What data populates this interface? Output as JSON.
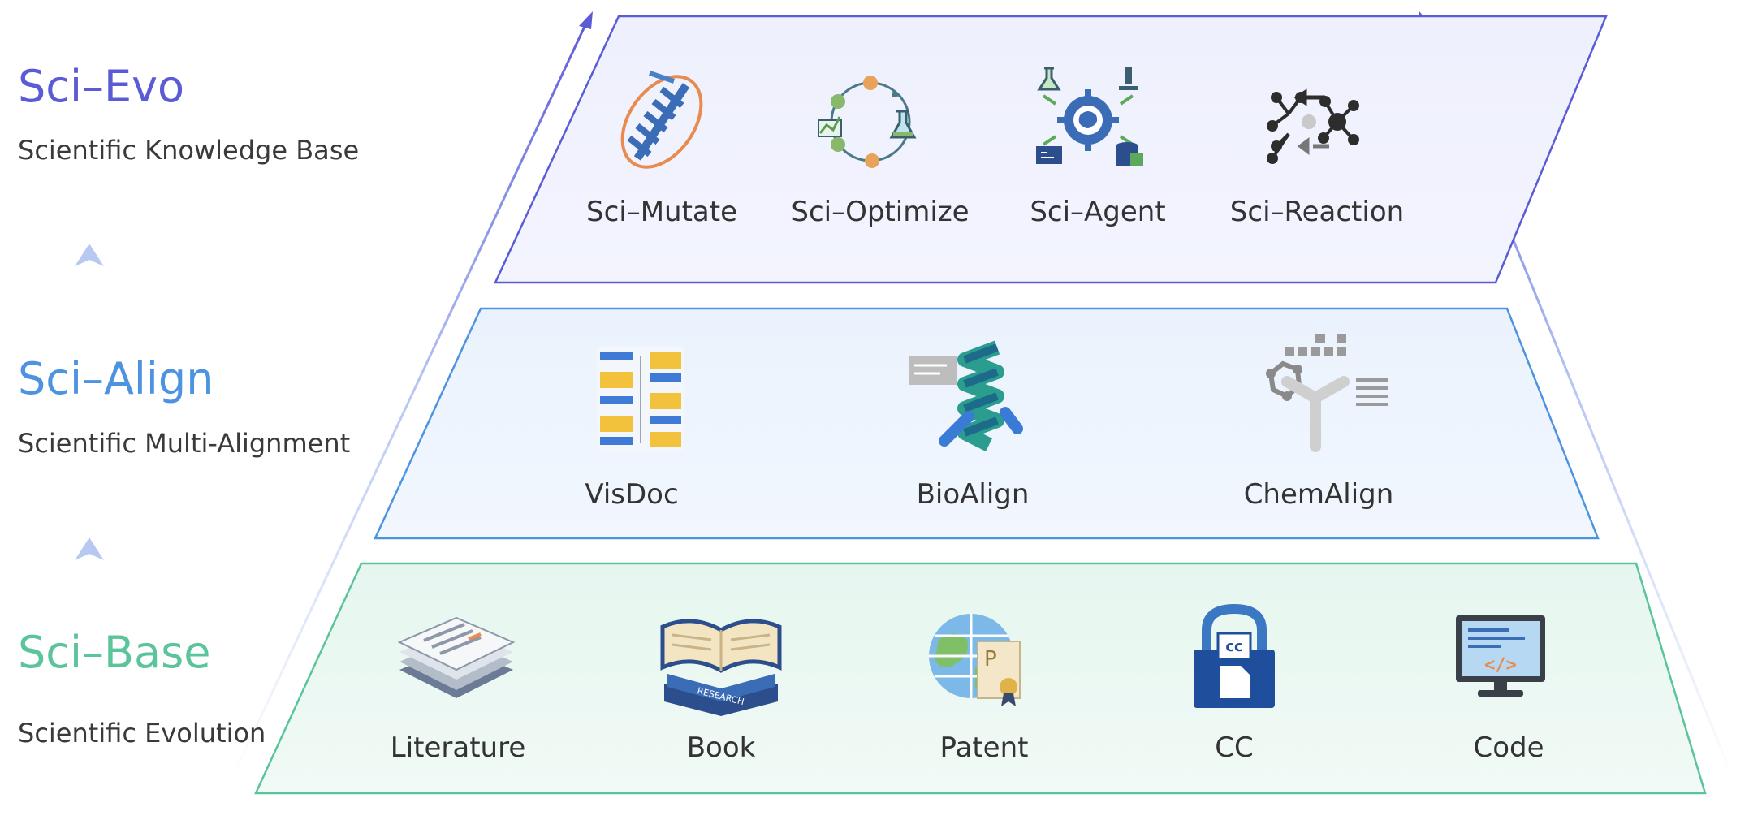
{
  "colors": {
    "evo": "#5b5bd6",
    "align": "#4d93e0",
    "base": "#5cc49a",
    "text": "#333333",
    "subtext": "#3a3a3a",
    "chevron": "#b7c9f2"
  },
  "tiers": [
    {
      "id": "evo",
      "title": "Sci–Evo",
      "subtitle": "Scientific Knowledge Base",
      "items": [
        {
          "label": "Sci–Mutate",
          "icon": "dna-mutation-icon"
        },
        {
          "label": "Sci–Optimize",
          "icon": "optimization-cycle-icon"
        },
        {
          "label": "Sci–Agent",
          "icon": "ai-agent-brain-icon"
        },
        {
          "label": "Sci–Reaction",
          "icon": "molecule-reaction-icon"
        }
      ]
    },
    {
      "id": "align",
      "title": "Sci–Align",
      "subtitle": "Scientific Multi-Alignment",
      "items": [
        {
          "label": "VisDoc",
          "icon": "document-layout-icon"
        },
        {
          "label": "BioAlign",
          "icon": "protein-helix-icon"
        },
        {
          "label": "ChemAlign",
          "icon": "chemical-structure-icon"
        }
      ]
    },
    {
      "id": "base",
      "title": "Sci–Base",
      "subtitle": "Scientific Evolution",
      "items": [
        {
          "label": "Literature",
          "icon": "newspaper-stack-icon"
        },
        {
          "label": "Book",
          "icon": "open-book-icon"
        },
        {
          "label": "Patent",
          "icon": "patent-globe-icon"
        },
        {
          "label": "CC",
          "icon": "creative-commons-lock-icon"
        },
        {
          "label": "Code",
          "icon": "code-monitor-icon"
        }
      ]
    }
  ]
}
